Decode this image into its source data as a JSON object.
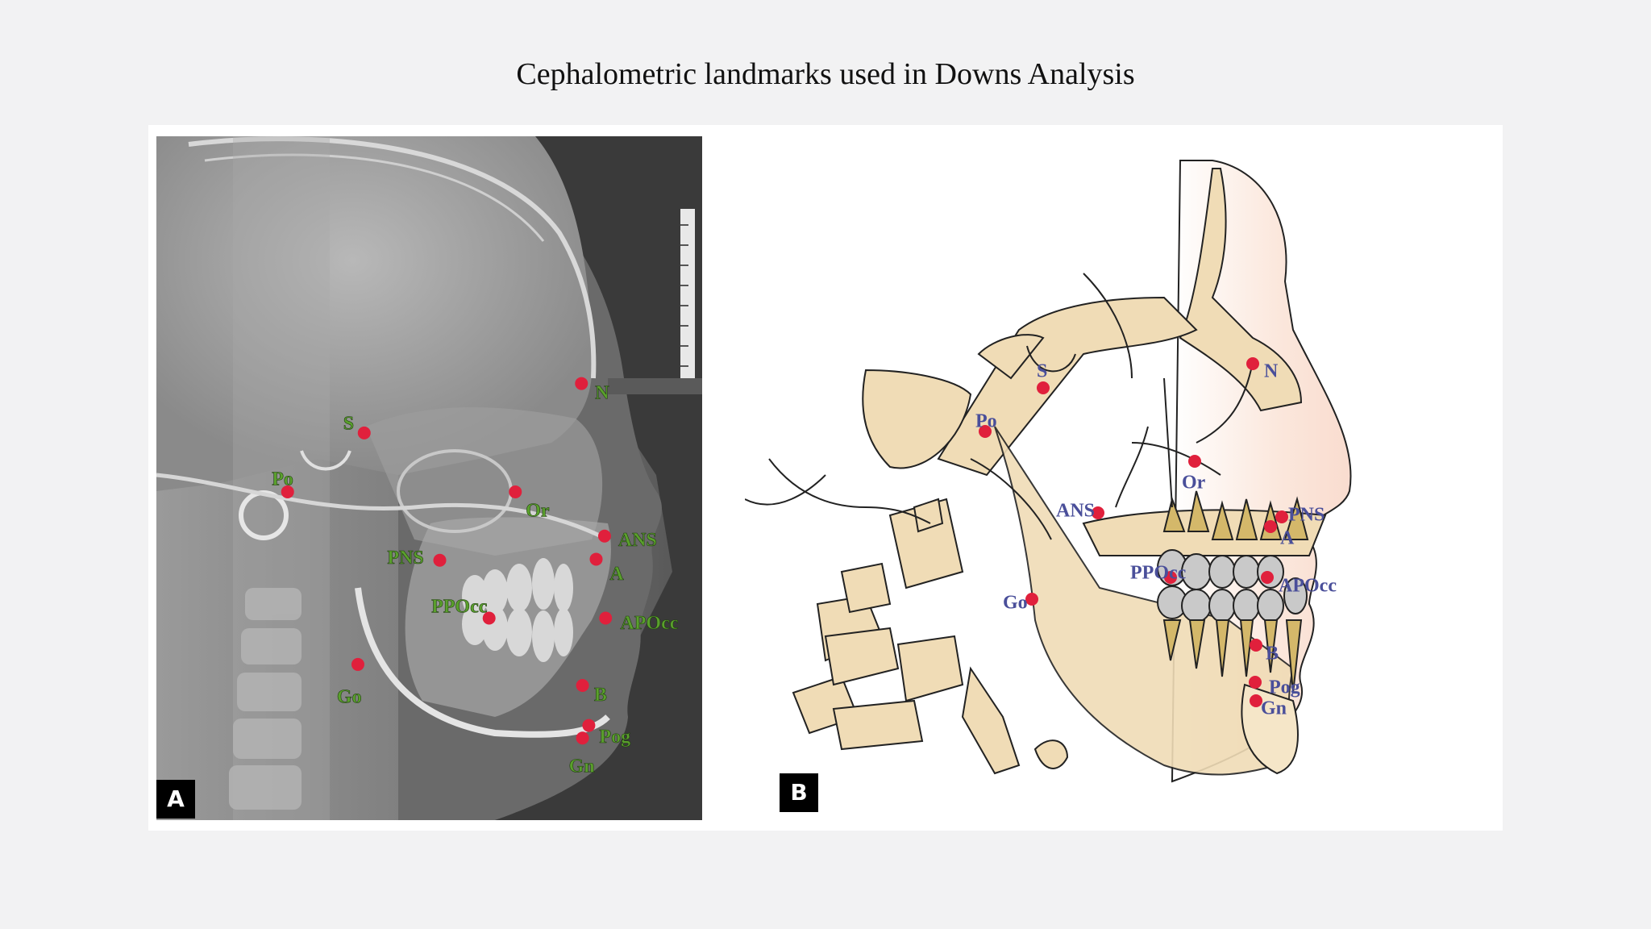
{
  "title": "Cephalometric landmarks used in Downs Analysis",
  "panels": [
    {
      "letter": "A",
      "style": "radiograph",
      "label_color": "#5aa02c",
      "point_color": "#e0203c",
      "landmarks": [
        {
          "label": "N"
        },
        {
          "label": "S"
        },
        {
          "label": "Po"
        },
        {
          "label": "Or"
        },
        {
          "label": "ANS"
        },
        {
          "label": "PNS"
        },
        {
          "label": "A"
        },
        {
          "label": "PPOcc"
        },
        {
          "label": "APOcc"
        },
        {
          "label": "Go"
        },
        {
          "label": "B"
        },
        {
          "label": "Pog"
        },
        {
          "label": "Gn"
        }
      ]
    },
    {
      "letter": "B",
      "style": "illustration",
      "label_color": "#4a4f9a",
      "point_color": "#e0203c",
      "landmarks": [
        {
          "label": "S"
        },
        {
          "label": "N"
        },
        {
          "label": "Po"
        },
        {
          "label": "Or"
        },
        {
          "label": "ANS"
        },
        {
          "label": "PNS"
        },
        {
          "label": "A"
        },
        {
          "label": "PPOcc"
        },
        {
          "label": "APOcc"
        },
        {
          "label": "Go"
        },
        {
          "label": "B"
        },
        {
          "label": "Pog"
        },
        {
          "label": "Gn"
        }
      ]
    }
  ]
}
